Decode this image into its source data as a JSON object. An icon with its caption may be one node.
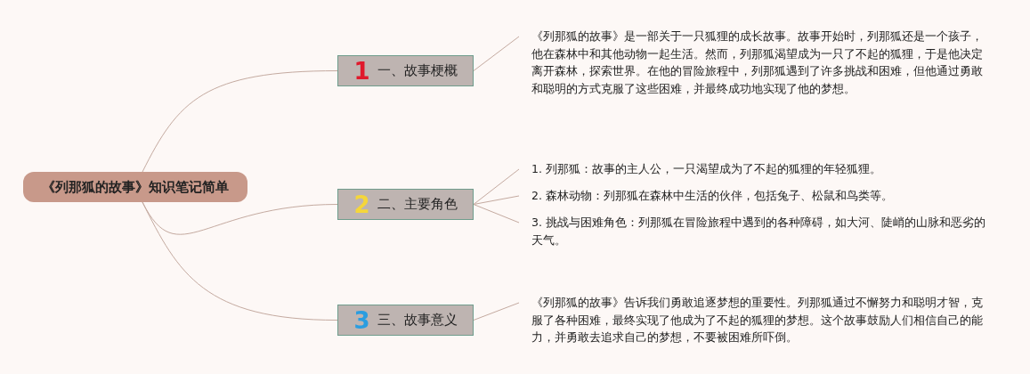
{
  "diagram": {
    "nodes": [
      {
        "text": [
          "《列那狐的故事》知识笔记简单"
        ]
      },
      {
        "text": [
          "1",
          "一、故事梗概"
        ]
      },
      {
        "text": [
          "2",
          "二、主要角色"
        ]
      },
      {
        "text": [
          "3",
          "三、故事意义"
        ]
      },
      {
        "text": [
          "《列那狐的故事》是一部关于一只狐狸的成长故事。故事开始时，列那狐还是一个孩子，他在森林中和其他动物一起生活。然而，列那狐渴望成为一只了不起的狐狸，于是他决定离开森林，探索世界。在他的冒险旅程中，列那狐遇到了许多挑战和困难，但他通过勇敢和聪明的方式克服了这些困难，并最终成功地实现了他的梦想。"
        ]
      },
      {
        "text": [
          "1. 列那狐：故事的主人公，一只渴望成为了不起的狐狸的年轻狐狸。"
        ]
      },
      {
        "text": [
          "2. 森林动物：列那狐在森林中生活的伙伴，包括兔子、松鼠和鸟类等。"
        ]
      },
      {
        "text": [
          "3. 挑战与困难角色：列那狐在冒险旅程中遇到的各种障碍，如大河、陡峭的山脉和恶劣的天气。"
        ]
      },
      {
        "text": [
          "《列那狐的故事》告诉我们勇敢追逐梦想的重要性。列那狐通过不懈努力和聪明才智，克服了各种困难，最终实现了他成为了不起的狐狸的梦想。这个故事鼓励人们相信自己的能力，并勇敢去追求自己的梦想，不要被困难所吓倒。"
        ]
      }
    ],
    "edges": [
      {
        "from": 0,
        "to": 1,
        "arrow": "none"
      },
      {
        "from": 0,
        "to": 2,
        "arrow": "none"
      },
      {
        "from": 0,
        "to": 3,
        "arrow": "none"
      },
      {
        "from": 1,
        "to": 4,
        "arrow": "none"
      },
      {
        "from": 2,
        "to": 5,
        "arrow": "none"
      },
      {
        "from": 2,
        "to": 6,
        "arrow": "none"
      },
      {
        "from": 2,
        "to": 7,
        "arrow": "none"
      },
      {
        "from": 3,
        "to": 8,
        "arrow": "none"
      }
    ]
  }
}
